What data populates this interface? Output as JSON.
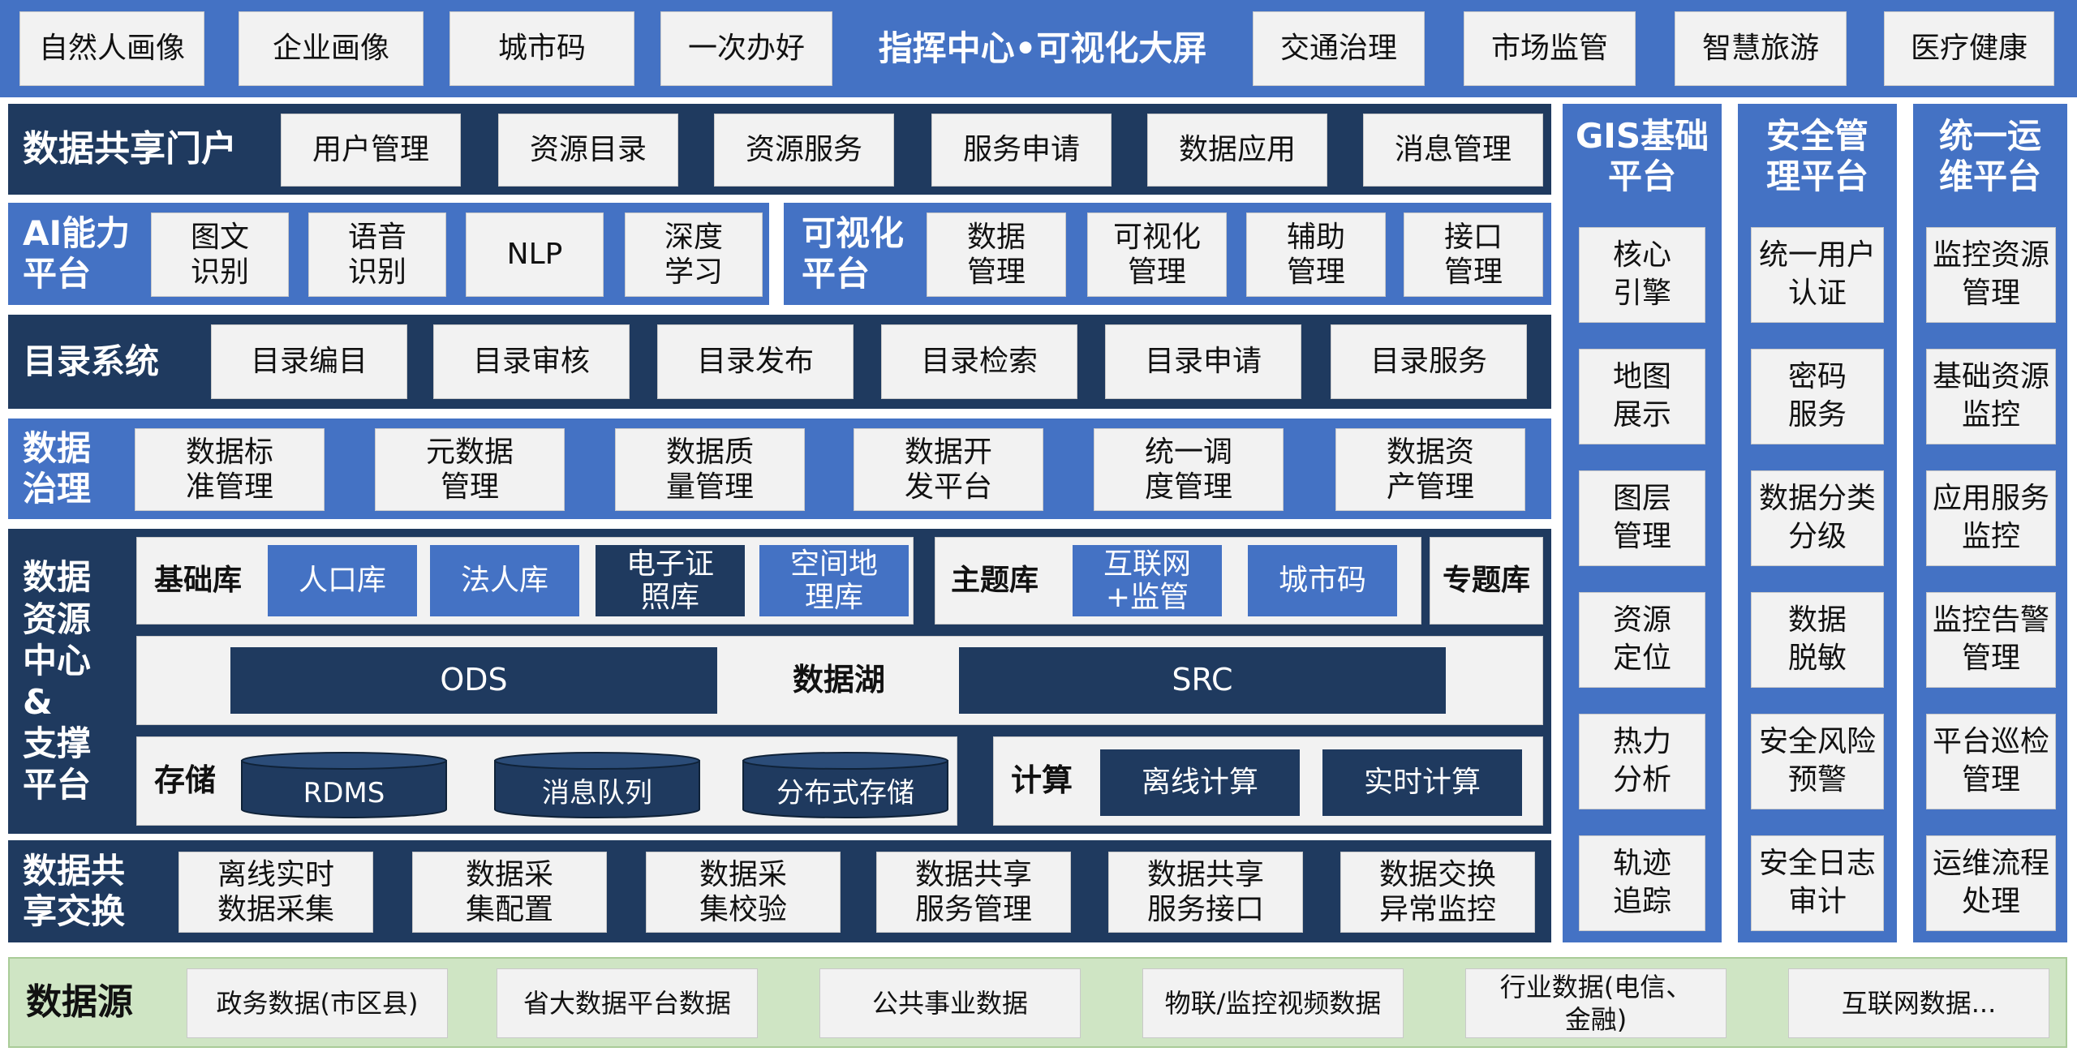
{
  "top_bar": {
    "center_title": "指挥中心•可视化大屏",
    "left_items": [
      "自然人画像",
      "企业画像",
      "城市码",
      "一次办好"
    ],
    "right_items": [
      "交通治理",
      "市场监管",
      "智慧旅游",
      "医疗健康"
    ]
  },
  "portal": {
    "label": "数据共享门户",
    "items": [
      "用户管理",
      "资源目录",
      "资源服务",
      "服务申请",
      "数据应用",
      "消息管理"
    ]
  },
  "ai_platform": {
    "label": "AI能力\n平台",
    "items": [
      "图文\n识别",
      "语音\n识别",
      "NLP",
      "深度\n学习"
    ]
  },
  "visual_platform": {
    "label": "可视化\n平台",
    "items": [
      "数据\n管理",
      "可视化\n管理",
      "辅助\n管理",
      "接口\n管理"
    ]
  },
  "catalog": {
    "label": "目录系统",
    "items": [
      "目录编目",
      "目录审核",
      "目录发布",
      "目录检索",
      "目录申请",
      "目录服务"
    ]
  },
  "governance": {
    "label": "数据\n治理",
    "items": [
      "数据标\n准管理",
      "元数据\n管理",
      "数据质\n量管理",
      "数据开\n发平台",
      "统一调\n度管理",
      "数据资\n产管理"
    ]
  },
  "resource_center": {
    "label": "数据\n资源\n中心\n&\n支撑\n平台",
    "base_lib": {
      "label": "基础库",
      "items": [
        "人口库",
        "法人库",
        "电子证\n照库",
        "空间地\n理库"
      ]
    },
    "theme_lib": {
      "label": "主题库",
      "items": [
        "互联网\n+监管",
        "城市码"
      ]
    },
    "special_lib": {
      "label": "专题库"
    },
    "lake": {
      "label": "数据湖",
      "left": "ODS",
      "right": "SRC"
    },
    "storage": {
      "label": "存储",
      "items": [
        "RDMS",
        "消息队列",
        "分布式存储"
      ]
    },
    "compute": {
      "label": "计算",
      "items": [
        "离线计算",
        "实时计算"
      ]
    }
  },
  "exchange": {
    "label": "数据共\n享交换",
    "items": [
      "离线实时\n数据采集",
      "数据采\n集配置",
      "数据采\n集校验",
      "数据共享\n服务管理",
      "数据共享\n服务接口",
      "数据交换\n异常监控"
    ]
  },
  "gis": {
    "label": "GIS基础\n平台",
    "items": [
      "核心\n引擎",
      "地图\n展示",
      "图层\n管理",
      "资源\n定位",
      "热力\n分析",
      "轨迹\n追踪"
    ]
  },
  "security": {
    "label": "安全管\n理平台",
    "items": [
      "统一用户\n认证",
      "密码\n服务",
      "数据分类\n分级",
      "数据\n脱敏",
      "安全风险\n预警",
      "安全日志\n审计"
    ]
  },
  "ops": {
    "label": "统一运\n维平台",
    "items": [
      "监控资源\n管理",
      "基础资源\n监控",
      "应用服务\n监控",
      "监控告警\n管理",
      "平台巡检\n管理",
      "运维流程\n处理"
    ]
  },
  "sources": {
    "label": "数据源",
    "items": [
      "政务数据(市区县)",
      "省大数据平台数据",
      "公共事业数据",
      "物联/监控视频数据",
      "行业数据(电信、\n金融)",
      "互联网数据..."
    ]
  }
}
